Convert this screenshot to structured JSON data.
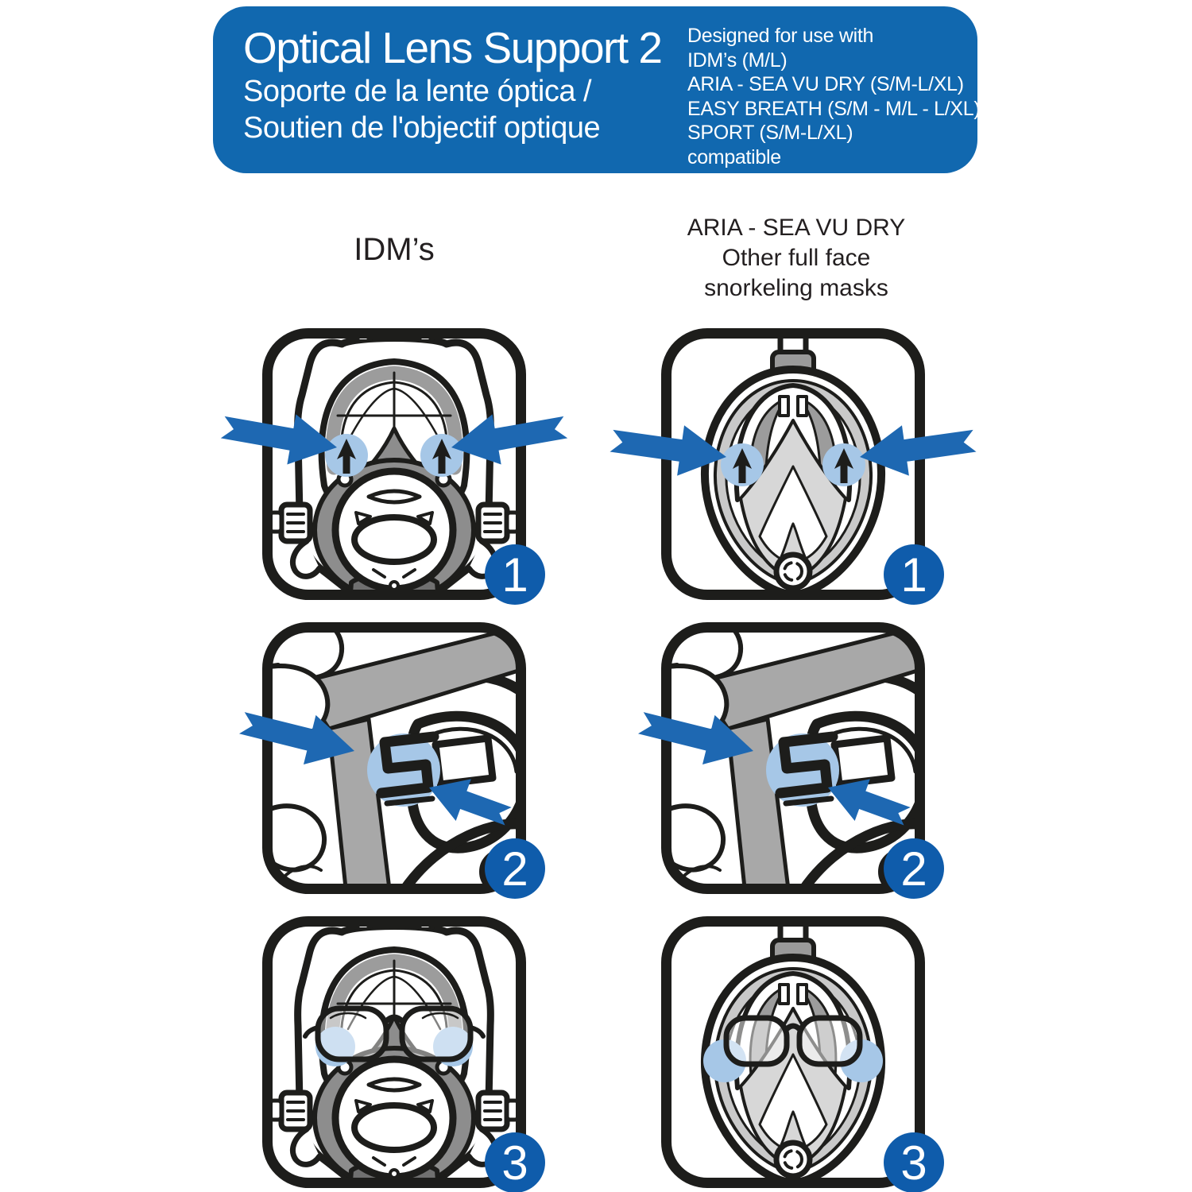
{
  "header": {
    "title": "Optical Lens Support 2",
    "subtitle_es": "Soporte de la lente óptica /",
    "subtitle_fr": "Soutien de l'objectif optique",
    "compat_lines": [
      "Designed for use with",
      "IDM’s (M/L)",
      "ARIA - SEA VU DRY (S/M-L/XL)",
      "EASY BREATH (S/M - M/L - L/XL)",
      "SPORT (S/M-L/XL)",
      "compatible"
    ]
  },
  "columns": {
    "left": {
      "title": "IDM’s"
    },
    "right": {
      "title_lines": [
        "ARIA - SEA VU DRY",
        "Other full face",
        "snorkeling masks"
      ]
    }
  },
  "panels": [
    {
      "column": "IDM’s",
      "step": "1",
      "illustration": "idm-full-face-mask-front-with-insertion-arrows"
    },
    {
      "column": "ARIA - SEA VU DRY",
      "step": "1",
      "illustration": "aria-full-face-mask-front-with-insertion-arrows"
    },
    {
      "column": "IDM’s",
      "step": "2",
      "illustration": "lens-support-clip-insertion-closeup"
    },
    {
      "column": "ARIA - SEA VU DRY",
      "step": "2",
      "illustration": "lens-support-clip-insertion-closeup"
    },
    {
      "column": "IDM’s",
      "step": "3",
      "illustration": "idm-full-face-mask-with-optical-lenses-installed"
    },
    {
      "column": "ARIA - SEA VU DRY",
      "step": "3",
      "illustration": "aria-full-face-mask-with-optical-lenses-installed"
    }
  ],
  "colors": {
    "header_blue": "#1168af",
    "arrow_blue": "#1e68b2",
    "badge_blue": "#0f5cab",
    "highlight_blue": "#a6c7e7",
    "outline_black": "#1d1d1b"
  }
}
